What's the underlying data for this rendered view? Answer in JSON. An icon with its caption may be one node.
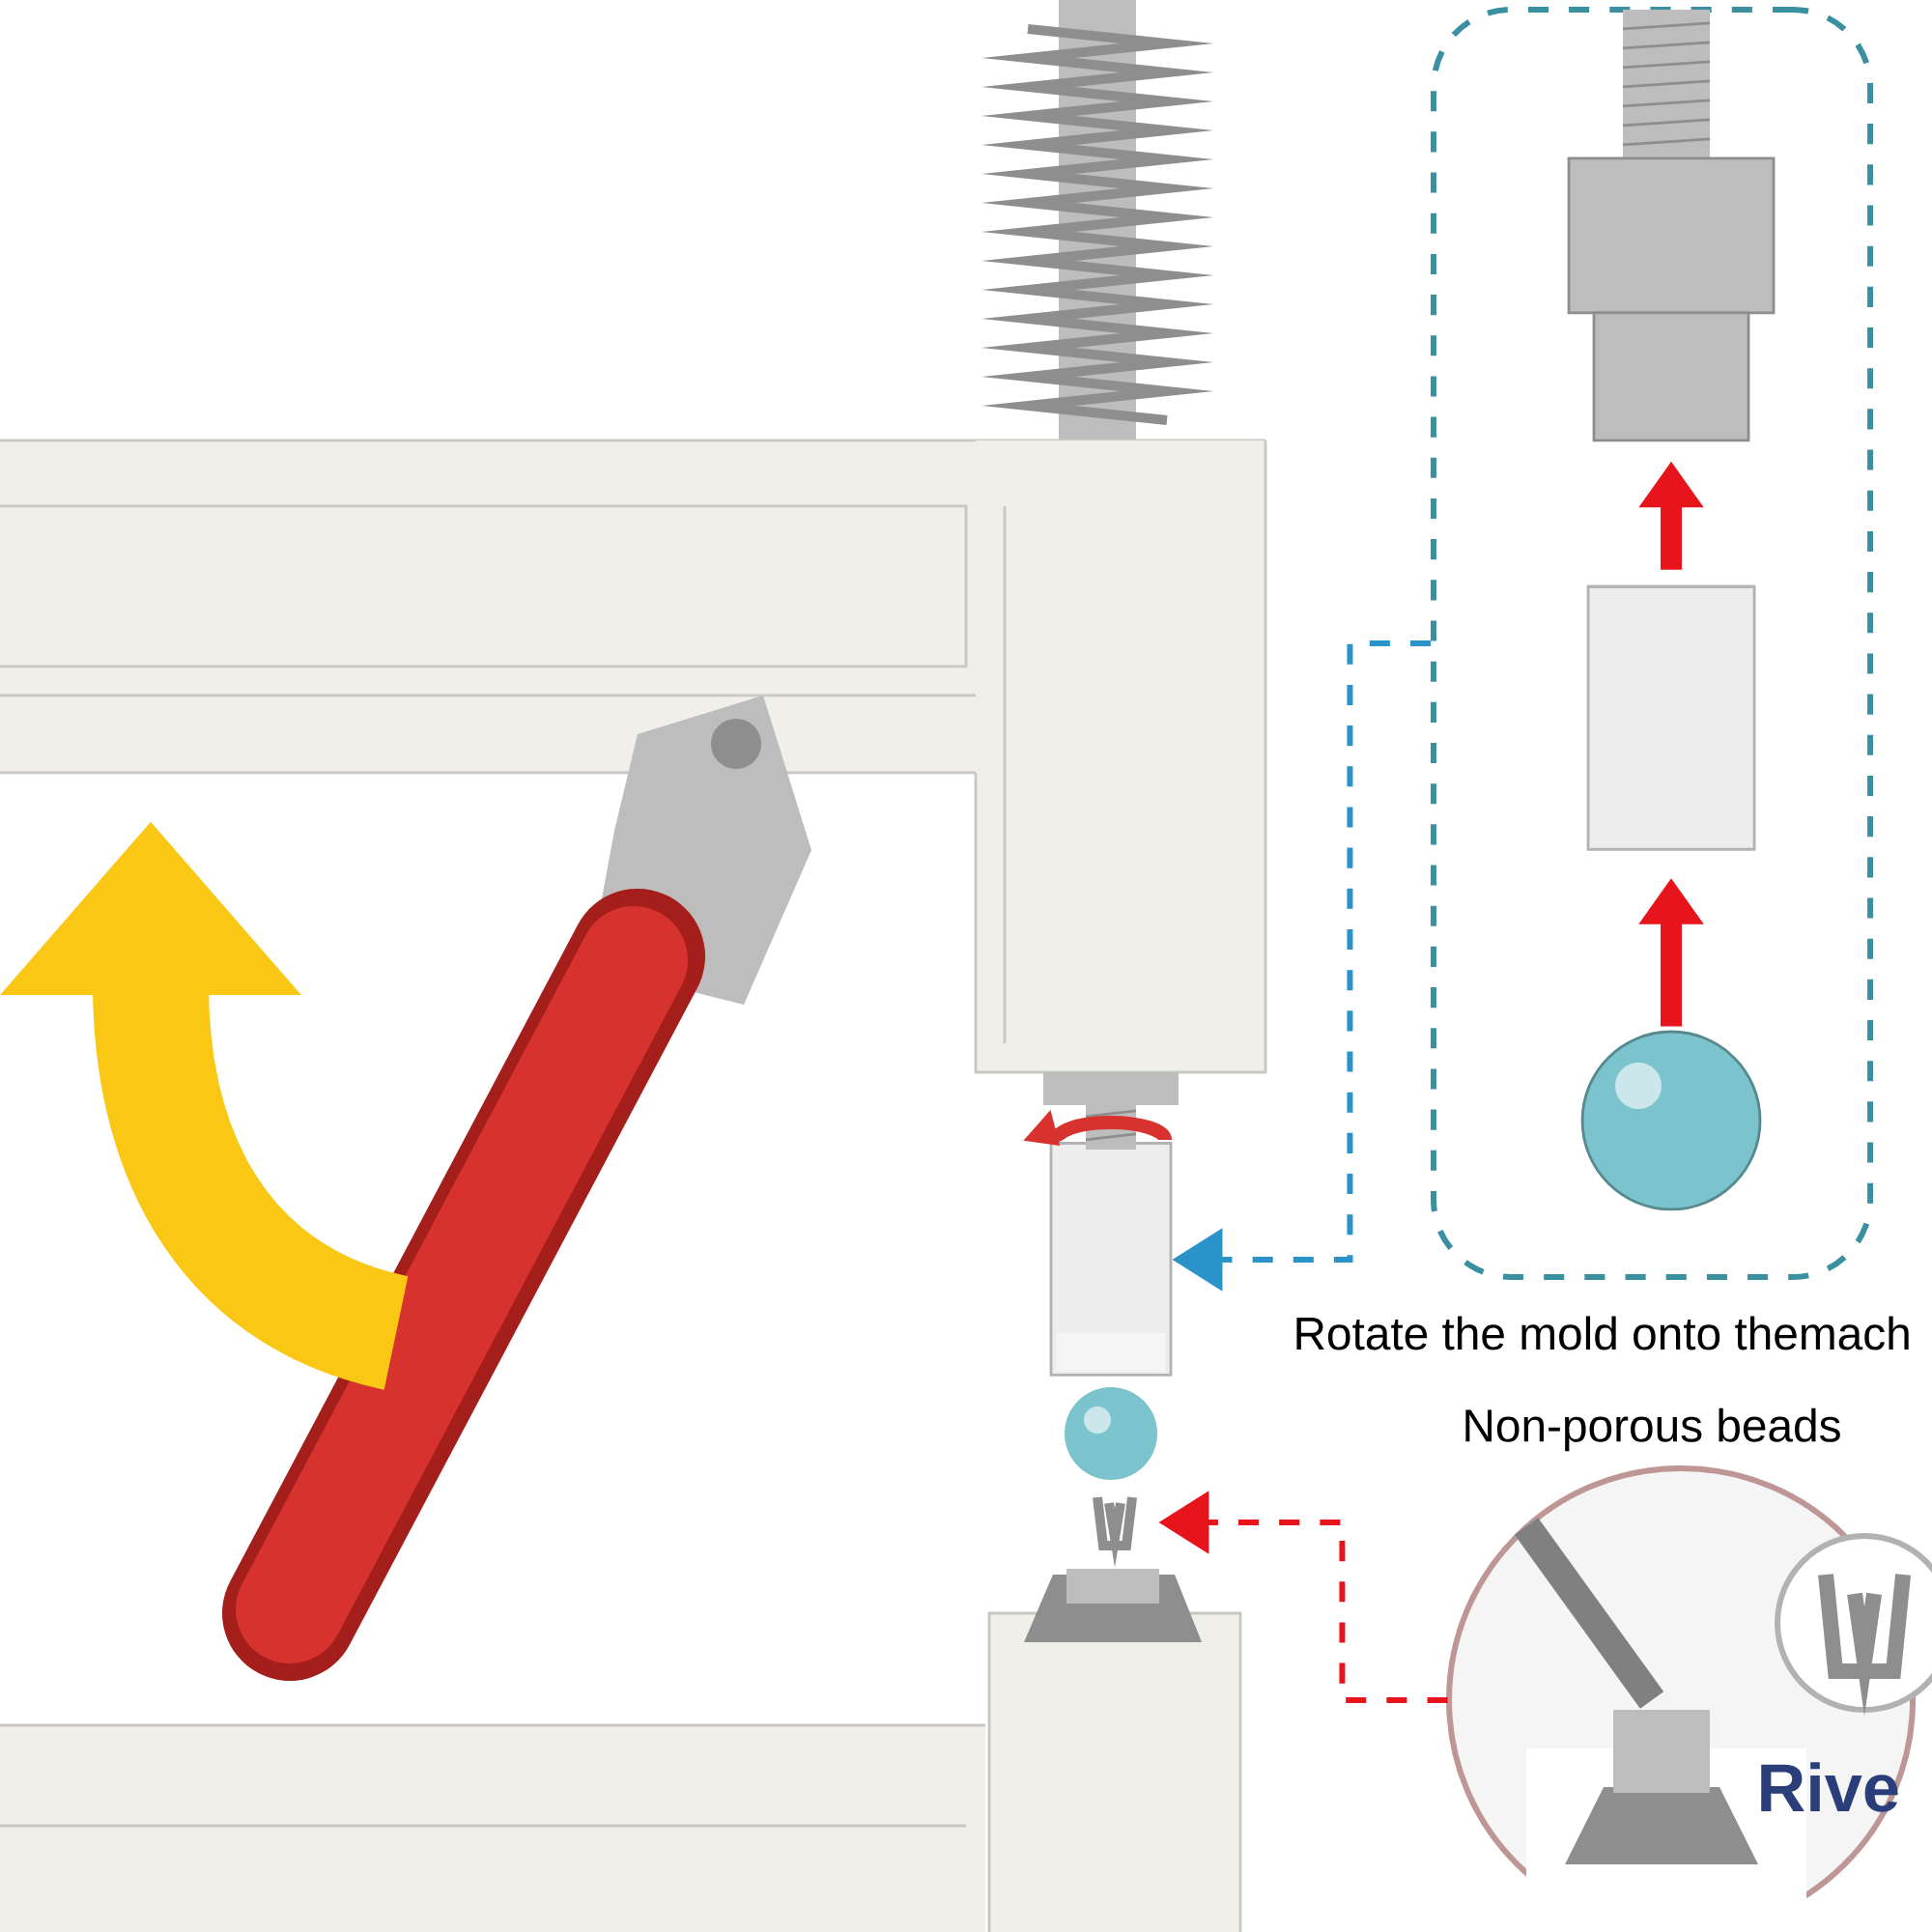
{
  "diagram": {
    "nodes": [
      {
        "text": [],
        "shape": "box"
      },
      {
        "text": [],
        "shape": "picture",
        "in": 0
      },
      {
        "text": [],
        "shape": "cylinder",
        "in": 0
      },
      {
        "text": [],
        "shape": "circle",
        "in": 0
      },
      {
        "text": [],
        "shape": "cylinder"
      },
      {
        "text": [],
        "shape": "picture"
      },
      {
        "text": [],
        "shape": "picture"
      }
    ],
    "edges": [
      {
        "from": 0,
        "to": 4,
        "arrow": "to",
        "style": "dashed",
        "color": "#2a93c9"
      },
      {
        "from": 5,
        "to": 6,
        "arrow": "to",
        "style": "dashed"
      },
      {
        "from": 3,
        "to": 2,
        "arrow": "to",
        "style": "thick"
      },
      {
        "from": 2,
        "to": 1,
        "arrow": "to",
        "style": "thick"
      }
    ],
    "labels": [
      "Rotate the mold onto themach",
      "Non-porous beads",
      "Rive"
    ]
  }
}
